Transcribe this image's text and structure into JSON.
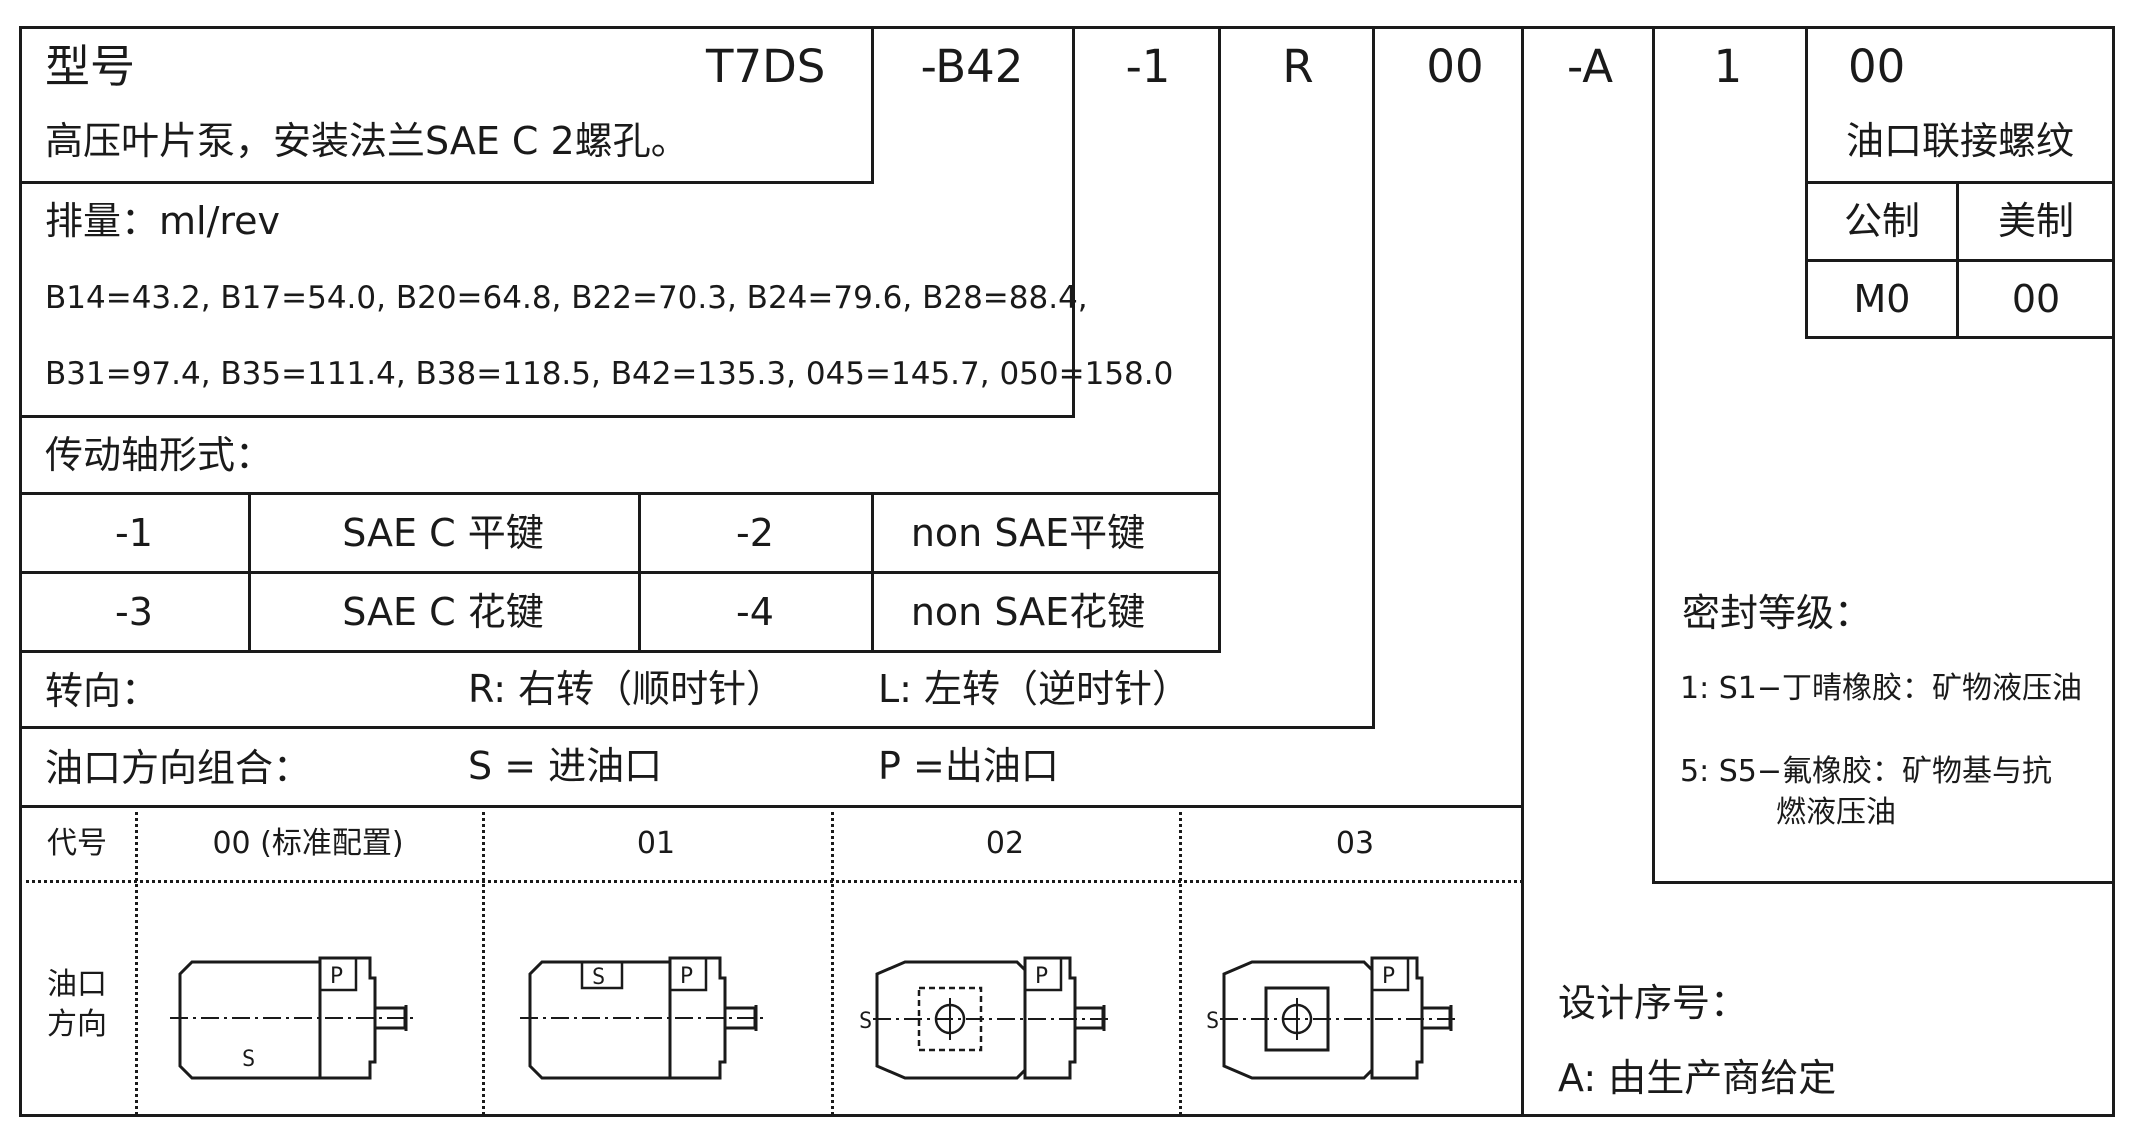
{
  "model": {
    "label": "型号",
    "series": "T7DS",
    "description": "高压叶片泵，安装法兰SAE C 2螺孔。",
    "codes": [
      "-B42",
      "-1",
      "R",
      "00",
      "-A",
      "1",
      "00"
    ]
  },
  "port_thread": {
    "title": "油口联接螺纹",
    "metric_label": "公制",
    "imperial_label": "美制",
    "metric_code": "M0",
    "imperial_code": "00"
  },
  "displacement": {
    "title": "排量：ml/rev",
    "line1": "B14=43.2,  B17=54.0,  B20=64.8,  B22=70.3,  B24=79.6,   B28=88.4,",
    "line2": "B31=97.4, B35=111.4, B38=118.5, B42=135.3, 045=145.7, 050=158.0"
  },
  "shaft": {
    "title": "传动轴形式：",
    "rows": [
      {
        "code_a": "-1",
        "desc_a": "SAE C 平键",
        "code_b": "-2",
        "desc_b": "non SAE平键"
      },
      {
        "code_a": "-3",
        "desc_a": "SAE C 花键",
        "code_b": "-4",
        "desc_b": "non SAE花键"
      }
    ]
  },
  "rotation": {
    "title": "转向：",
    "right": "R:  右转（顺时针）",
    "left": "L:  左转（逆时针）"
  },
  "port_combo": {
    "title": "油口方向组合：",
    "suction": "S = 进油口",
    "pressure": "P =出油口",
    "code_header": "代号",
    "position_header": "油口\n方向",
    "position_header_line1": "油口",
    "position_header_line2": "方向",
    "options": [
      "00  (标准配置)",
      "01",
      "02",
      "03"
    ],
    "diagram_letters": {
      "suction": "S",
      "pressure": "P"
    }
  },
  "seal": {
    "title": "密封等级：",
    "option1": "1: S1−丁晴橡胶：矿物液压油",
    "option5_line1": "5: S5−氟橡胶：矿物基与抗",
    "option5_line2": "燃液压油"
  },
  "design": {
    "title": "设计序号：",
    "value": "A:  由生产商给定"
  }
}
